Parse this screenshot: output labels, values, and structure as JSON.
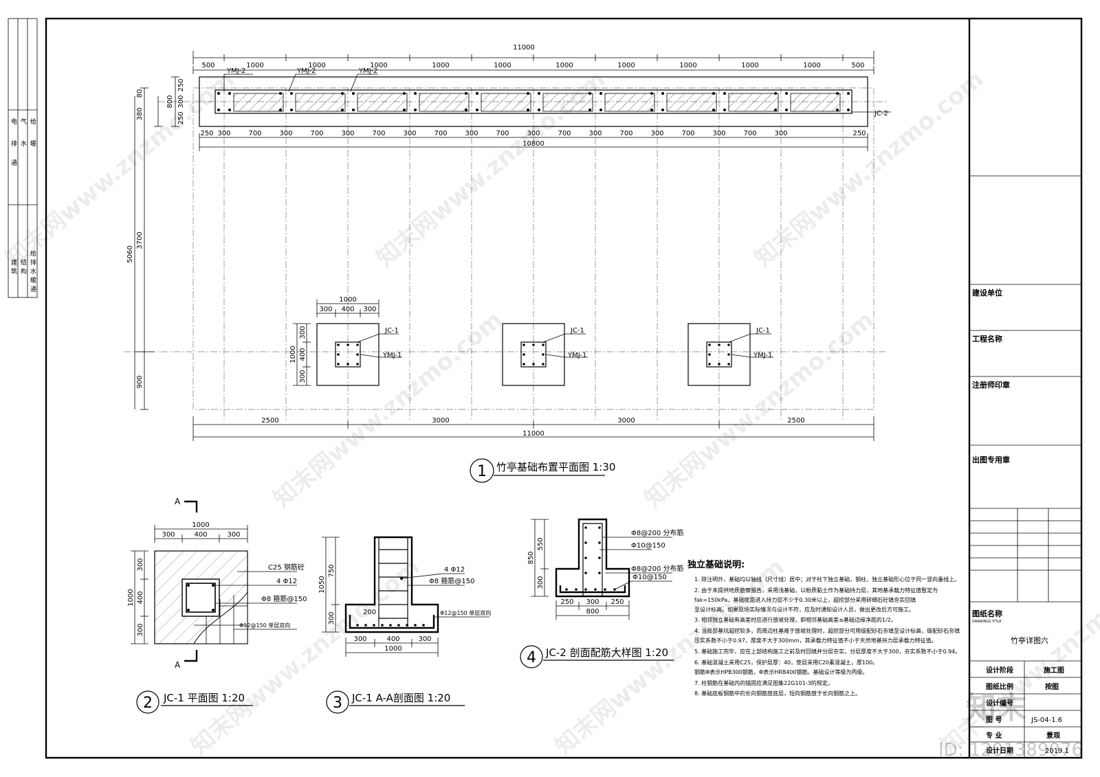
{
  "plan1": {
    "title": "竹亭基础布置平面图 1:30",
    "index": "1",
    "top_total": "11000",
    "top_dims": [
      "500",
      "1000",
      "1000",
      "1000",
      "1000",
      "1000",
      "1000",
      "1000",
      "1000",
      "1000",
      "1000",
      "500"
    ],
    "beam_dims": [
      "250",
      "300",
      "700",
      "300",
      "700",
      "300",
      "700",
      "300",
      "700",
      "300",
      "700",
      "300",
      "700",
      "300",
      "700",
      "300",
      "700",
      "300",
      "700",
      "300",
      "250"
    ],
    "beam_total": "10800",
    "left_dims_beam": [
      "80",
      "250",
      "300",
      "250",
      "380"
    ],
    "left_beam_total": "800",
    "left_dims_main": [
      "3700",
      "900"
    ],
    "left_total": "5060",
    "bottom_dims": [
      "2500",
      "3000",
      "3000",
      "2500"
    ],
    "bottom_total": "11000",
    "pad_dims_top": [
      "1000",
      "300",
      "400",
      "300"
    ],
    "pad_dims_left": [
      "1000",
      "300",
      "400",
      "300"
    ],
    "ymj2": "YMJ-2",
    "jc2": "JC-2",
    "jc1": "JC-1",
    "ymj1": "YMJ-1"
  },
  "plan2": {
    "title": "JC-1  平面图 1:20",
    "index": "2",
    "section_mark": "A",
    "dims_top": [
      "1000",
      "300",
      "400",
      "300"
    ],
    "dims_left": [
      "1000",
      "300",
      "400",
      "300"
    ],
    "labels": [
      "C25 钢筋砼",
      "4 Φ12",
      "Φ8 箍筋@150",
      "Φ12@150 单层双向"
    ]
  },
  "plan3": {
    "title": "JC-1  A-A剖面图 1:20",
    "index": "3",
    "dims_left": [
      "1050",
      "750",
      "300"
    ],
    "dim_200": "200",
    "dims_bottom": [
      "300",
      "400",
      "300",
      "1000"
    ],
    "labels": [
      "4 Φ12",
      "Φ8 箍筋@150",
      "Φ12@150 单层双向"
    ]
  },
  "plan4": {
    "title": "JC-2  剖面配筋大样图 1:20",
    "index": "4",
    "dims_left": [
      "850",
      "550",
      "300"
    ],
    "dims_bottom": [
      "250",
      "300",
      "250",
      "800"
    ],
    "labels": [
      "Φ8@200 分布筋",
      "Φ10@150",
      "Φ8@200 分布筋",
      "Φ10@150"
    ]
  },
  "notes": {
    "title": "独立基础说明:",
    "items": [
      "1. 除注明外，基础均以轴线（尺寸线）居中；对于柱下独立基础，钢柱、独立基础形心位于同一竖向垂线上。",
      "2. 由于未提供地质勘察报告，采用浅基础，以粉质黏土作为基础持力层，其地基承载力特征值暂定为",
      "   fak=150kPa，基础底面进入持力层不少于0.30米以上，超挖部分采用碎细石砼填夯实回填",
      "   至设计标高。如果现场实际情况与设计不符，应及时通知设计人员，做出更改后方可施工。",
      "3. 相邻独立基础有高差时应进行放坡处理，即相邻基础高差≤基础边缘净距的1/2。",
      "4. 当局部基坑超挖较多，而周边柱基难于放坡处理时，超挖部分可用级配砂石夯填至设计标高，级配砂石夯填",
      "   压实系数不小于0.97，厚度不大于300mm，其承载力特征值不小于天然地基持力层承载力特征值。",
      "5. 基础施工完毕，应在上部结构施工之前及时回填并分层夯实，分层厚度不大于300，夯实系数不小于0.94。",
      "6. 基础混凝土采用C25，保护层厚：40，垫层采用C20素混凝土，厚100。",
      "   钢筋Φ表示HPB300钢筋，Φ表示HRB400钢筋。基础设计等级为丙级。",
      "7. 柱钢筋在基础内的锚固应满足图集22G101-3的规定。",
      "8. 基础底板钢筋中的长向钢筋放底层，短向钢筋放于长向钢筋之上。"
    ]
  },
  "left_strip": {
    "upper": [
      "电",
      "气",
      "给",
      "排",
      "水",
      "暖",
      "通"
    ],
    "lower": [
      "建",
      "筑",
      "结",
      "构",
      "给",
      "排",
      "水",
      "暖",
      "通"
    ]
  },
  "title_block": {
    "owner_label": "建设单位",
    "project_label": "工程名称",
    "seal_label": "注册师印章",
    "out_seal_label": "出图专用章",
    "drawing_name_label": "图纸名称",
    "drawing_name_sub": "DRAWINGS TITLE",
    "drawing_name": "竹亭详图六",
    "rows": [
      {
        "k": "设计阶段",
        "v": "施工图"
      },
      {
        "k": "图纸比例",
        "v": "按图"
      },
      {
        "k": "设计编号",
        "v": ""
      },
      {
        "k": "图    号",
        "v": "JS-04-1.6"
      },
      {
        "k": "专    业",
        "v": "景观"
      },
      {
        "k": "设计日期",
        "v": "2019.1"
      }
    ]
  },
  "watermark": {
    "site": "知末网www.znzmo.com",
    "brand": "知末",
    "id": "ID: 1201389076"
  }
}
